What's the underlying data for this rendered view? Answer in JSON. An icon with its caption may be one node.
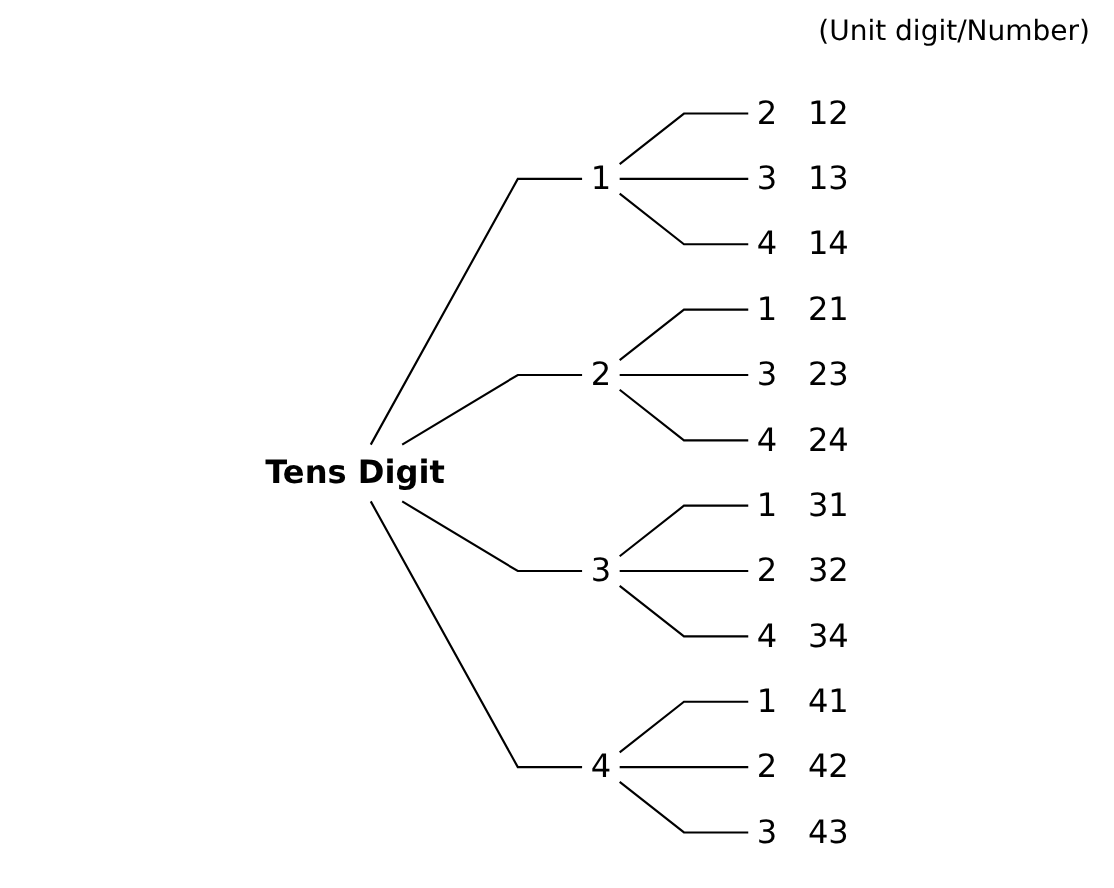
{
  "diagram": {
    "nodes": [
      {
        "text": [
          "Tens Digit"
        ]
      },
      {
        "text": [
          "1"
        ]
      },
      {
        "text": [
          "2"
        ],
        "beside": [
          "12"
        ]
      },
      {
        "text": [
          "3"
        ],
        "beside": [
          "13"
        ]
      },
      {
        "text": [
          "4"
        ],
        "beside": [
          "14"
        ]
      },
      {
        "text": [
          "2"
        ]
      },
      {
        "text": [
          "1"
        ],
        "beside": [
          "21"
        ]
      },
      {
        "text": [
          "3"
        ],
        "beside": [
          "23"
        ]
      },
      {
        "text": [
          "4"
        ],
        "beside": [
          "24"
        ]
      },
      {
        "text": [
          "3"
        ]
      },
      {
        "text": [
          "1"
        ],
        "beside": [
          "31"
        ]
      },
      {
        "text": [
          "2"
        ],
        "beside": [
          "32"
        ]
      },
      {
        "text": [
          "4"
        ],
        "beside": [
          "34"
        ]
      },
      {
        "text": [
          "4"
        ]
      },
      {
        "text": [
          "1"
        ],
        "beside": [
          "41"
        ]
      },
      {
        "text": [
          "2"
        ],
        "beside": [
          "42"
        ]
      },
      {
        "text": [
          "3"
        ],
        "beside": [
          "43"
        ]
      }
    ],
    "edges": [
      {
        "from": 0,
        "to": 1,
        "arrow": "none"
      },
      {
        "from": 0,
        "to": 5,
        "arrow": "none"
      },
      {
        "from": 0,
        "to": 9,
        "arrow": "none"
      },
      {
        "from": 0,
        "to": 13,
        "arrow": "none"
      },
      {
        "from": 1,
        "to": 2,
        "arrow": "none"
      },
      {
        "from": 1,
        "to": 3,
        "arrow": "none"
      },
      {
        "from": 1,
        "to": 4,
        "arrow": "none"
      },
      {
        "from": 5,
        "to": 6,
        "arrow": "none"
      },
      {
        "from": 5,
        "to": 7,
        "arrow": "none"
      },
      {
        "from": 5,
        "to": 8,
        "arrow": "none"
      },
      {
        "from": 9,
        "to": 10,
        "arrow": "none"
      },
      {
        "from": 9,
        "to": 11,
        "arrow": "none"
      },
      {
        "from": 9,
        "to": 12,
        "arrow": "none"
      },
      {
        "from": 13,
        "to": 14,
        "arrow": "none"
      },
      {
        "from": 13,
        "to": 15,
        "arrow": "none"
      },
      {
        "from": 13,
        "to": 16,
        "arrow": "none"
      }
    ],
    "labels": [
      "(Unit digit/Number)"
    ]
  }
}
